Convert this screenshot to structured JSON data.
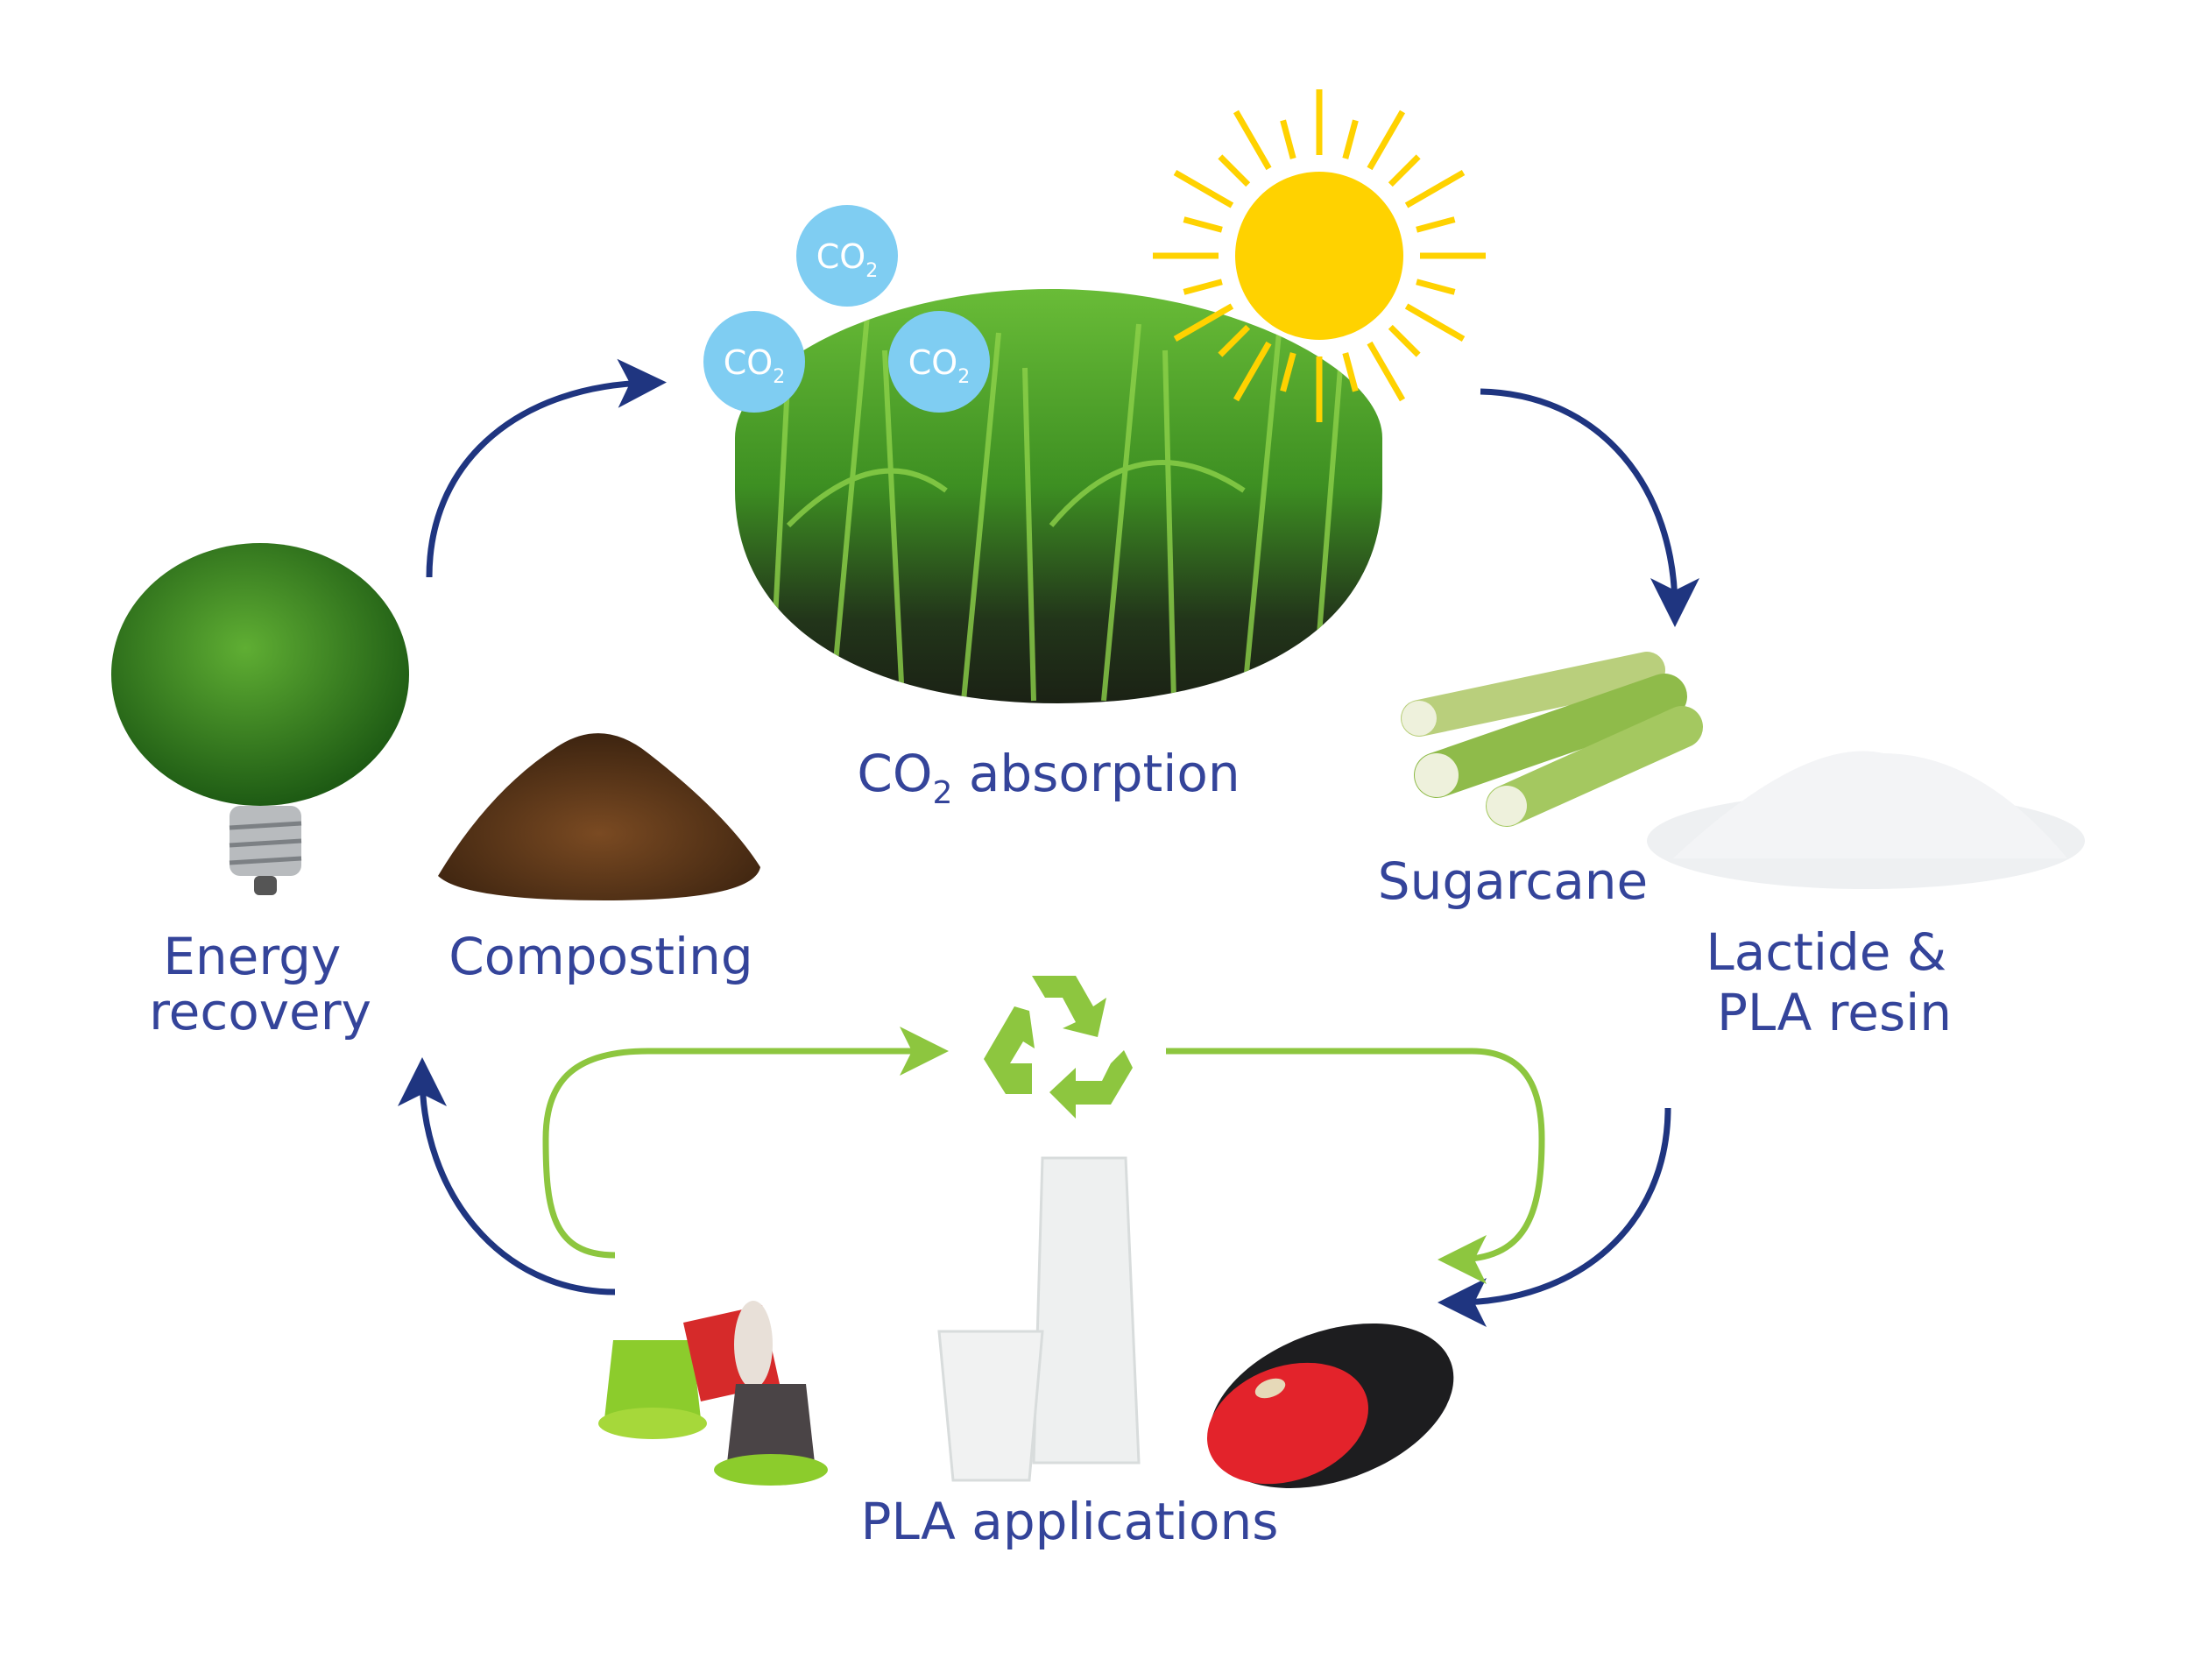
{
  "colors": {
    "label_text": "#34449a",
    "cycle_arrow": "#1f3580",
    "recycle_arrow": "#8dc63f",
    "co2_bubble": "#7fcdf2",
    "sun": "#ffd200"
  },
  "co2_bubbles": [
    {
      "main": "CO",
      "sub": "2"
    },
    {
      "main": "CO",
      "sub": "2"
    },
    {
      "main": "CO",
      "sub": "2"
    }
  ],
  "labels": {
    "co2_absorption": {
      "main": "CO",
      "sub": "2",
      "rest": " absorption"
    },
    "sugarcane": "Sugarcane",
    "lactide_line1": "Lactide &",
    "lactide_line2": "PLA resin",
    "pla_applications": "PLA applications",
    "energy_line1": "Energy",
    "energy_line2": "recovery",
    "composting": "Composting"
  },
  "icons": [
    "sun-icon",
    "sugarcane-field-image",
    "sugarcane-stalks-image",
    "pla-resin-powder-image",
    "recycle-icon",
    "coffee-capsules-image",
    "plastic-cups-image",
    "computer-mouse-image",
    "compost-pile-image",
    "tree-lightbulb-image"
  ]
}
